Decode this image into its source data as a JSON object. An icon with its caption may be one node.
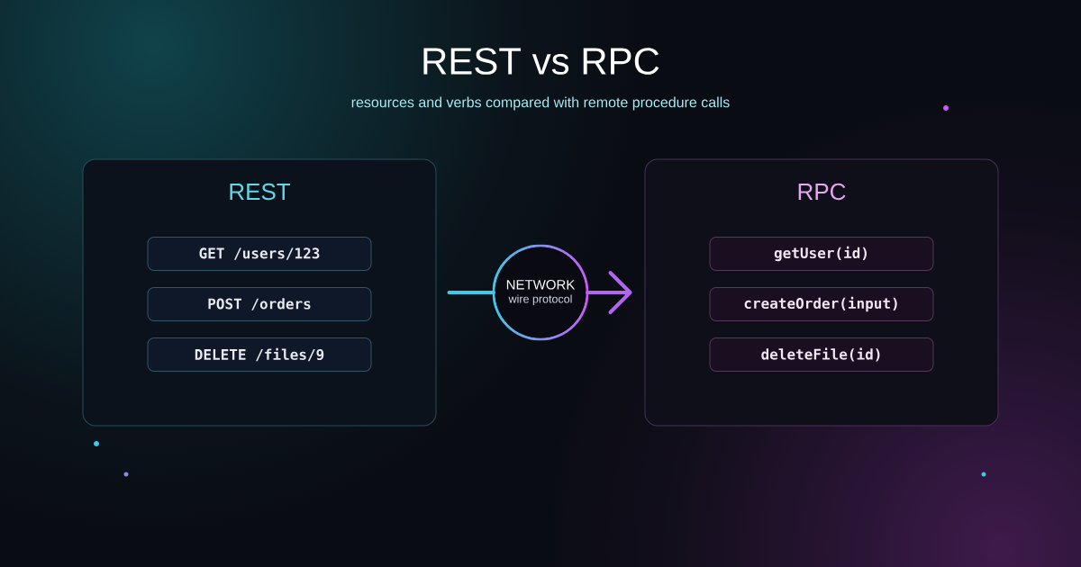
{
  "diagram": {
    "title": "REST vs RPC",
    "nodes": [
      {
        "text": [
          "REST"
        ]
      },
      {
        "text": [
          "GET /users/123"
        ],
        "in": 0
      },
      {
        "text": [
          "POST /orders"
        ],
        "in": 0
      },
      {
        "text": [
          "DELETE /files/9"
        ],
        "in": 0
      },
      {
        "text": [
          "RPC"
        ]
      },
      {
        "text": [
          "getUser(id)"
        ],
        "in": 4
      },
      {
        "text": [
          "createOrder(input)"
        ],
        "in": 4
      },
      {
        "text": [
          "deleteFile(id)"
        ],
        "in": 4
      },
      {
        "text": [
          "NETWORK",
          "wire protocol"
        ]
      }
    ],
    "edges": [
      {
        "from": 0,
        "to": 8,
        "arrow": "none",
        "color": "#3ec9e9"
      },
      {
        "from": 8,
        "to": 4,
        "arrow": "to",
        "color": "#b266f0"
      }
    ],
    "labels": [
      "resources and verbs compared with remote procedure calls"
    ]
  }
}
